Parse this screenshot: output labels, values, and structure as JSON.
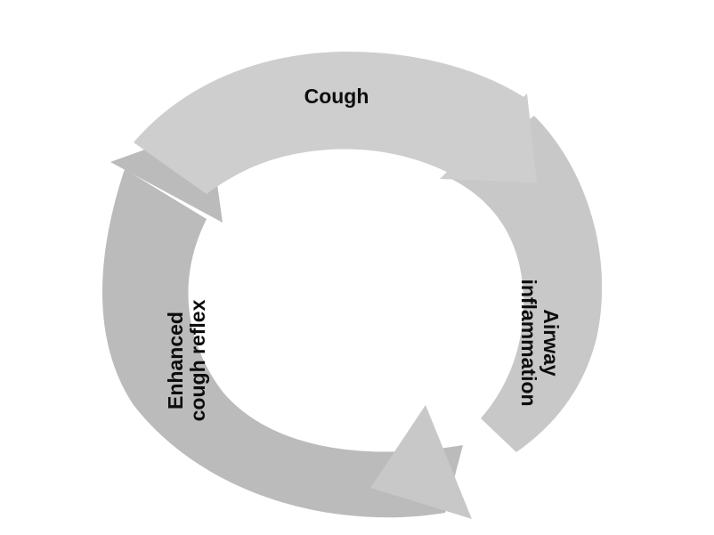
{
  "diagram": {
    "stages": [
      {
        "label": "Cough",
        "color": "#cecece"
      },
      {
        "label": "Airway inflammation",
        "lines": [
          "Airway",
          "inflammation"
        ],
        "color": "#c8c8c8"
      },
      {
        "label": "Enhanced cough reflex",
        "lines": [
          "Enhanced",
          "cough reflex"
        ],
        "color": "#bbbbbb"
      }
    ],
    "background": "#ffffff"
  }
}
